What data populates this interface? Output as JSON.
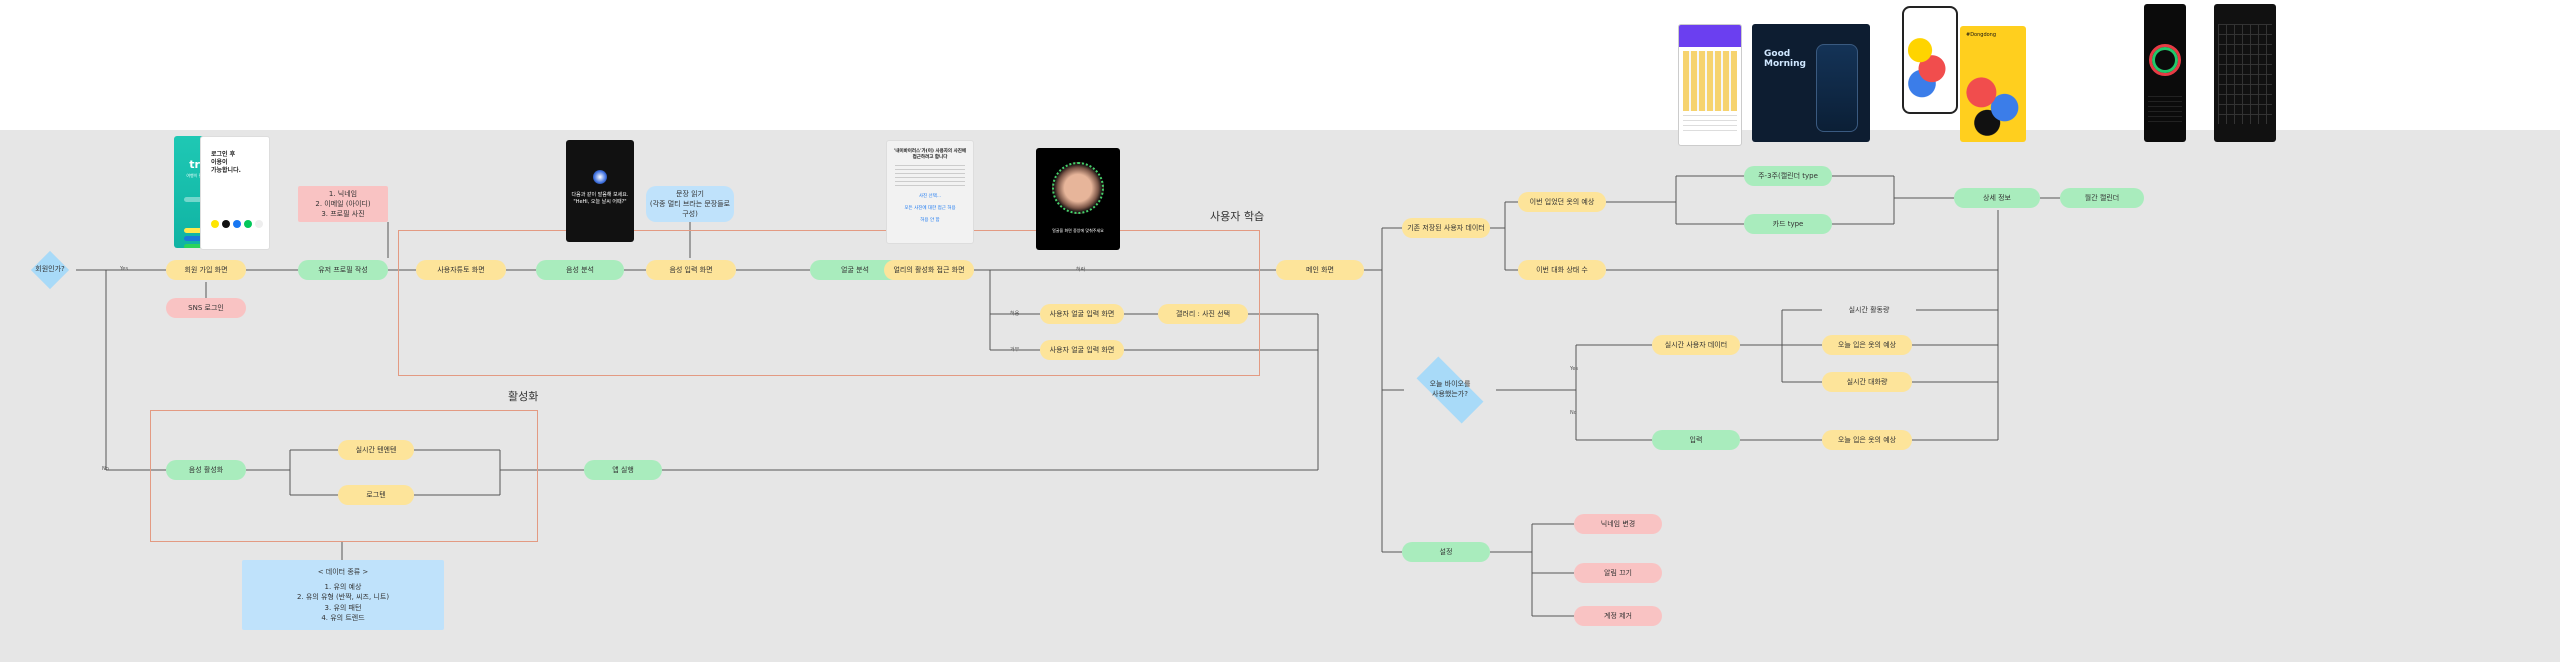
{
  "sections": {
    "learning": "사용자 학습",
    "activation": "활성화"
  },
  "start": {
    "question": "회원인가?",
    "yes": "Yes",
    "no": "No"
  },
  "nodes": {
    "signup": "회원 가입 화면",
    "social_login": "SNS 로그인",
    "profile_notes": [
      "1. 닉네임",
      "2. 이메일 (아이디)",
      "3. 프로필 사진"
    ],
    "profile_write": "유저 프로필 작성",
    "tutorial": "사용자튜토 화면",
    "voice_analysis": "음성 분석",
    "voice_input": "음성 입력 화면",
    "voice_hint": [
      "문장 읽기",
      "(각종 멀티 브라는 문장들로",
      "구성)"
    ],
    "emotion_analysis": "얼굴 분석",
    "camera_access": "얼리의 활성화 접근 화면",
    "user_face_input": "사용자 얼굴 입력 화면",
    "gallery_select": "갤러리 : 사진 선택",
    "user_face_input2": "사용자 얼굴 입력 화면",
    "allow": "허락",
    "deny_label": "거부",
    "allow_label": "허용",
    "main_screen": "메인 화면",
    "realtime_input": "음성 활성화",
    "realtime_drink": "실시간 텐엔텐",
    "logout": "로그텐",
    "app_start": "앱 실행",
    "data_types_title": "< 데이터 종류 >",
    "data_types": [
      "1. 유의 예상",
      "2. 유의 유형 (반짝, 씨즈, 니트)",
      "3. 유의 패턴",
      "4. 유의 트렌드"
    ],
    "base_user_data": "기존 저장된 사용자 데이터",
    "today_weather": "이번 입었던 옷의 예상",
    "past_state": "이번 대화 상태 수",
    "grid_type": "주-3주(캘린더 type",
    "card_type": "카드 type",
    "detail_info": "상세 정보",
    "weather_calendar": "월간 캘린더",
    "today_check": [
      "오늘 바이오를",
      "사용했는가?"
    ],
    "realtime_user_data": "실시간 사용자 데이터",
    "realtime_weather": "실시간 활동량",
    "today_outfit": "오늘 입은 옷의 예상",
    "realtime_chat": "실시간 대화량",
    "input": "입력",
    "today_outfit2": "오늘 입은 옷의 예상",
    "settings": "설정",
    "nickname_change": "닉네임 변경",
    "notification_off": "알림 끄기",
    "account_delete": "계정 제거"
  },
  "screens": {
    "triple_logo": "triple",
    "triple_sub": "여행이 편해지는 여행앱",
    "login_text": [
      "로그인 후",
      "이용이",
      "가능합니다."
    ],
    "dark_text": [
      "다음과 같이 발음해 보세요. \"HeHi, 오늘 날씨 어때?\""
    ],
    "consent_title": [
      "'내이바이러스'가(이) 사용자의 사진에",
      "접근하려고 합니다"
    ],
    "consent_link": "사진 선택...",
    "consent_link2": "모든 사진에 대한 접근 허용",
    "consent_cancel": "허용 안 함",
    "face_caption": "얼굴을 화면 중앙에 맞춰주세요",
    "morning_text": [
      "Good",
      "Morning"
    ],
    "poster_text": "#Dongdong"
  },
  "colors": {
    "yellow": "#fde49a",
    "green": "#a9ecbd",
    "pink": "#f9c3c3",
    "blue": "#bfe2fb",
    "canvas": "#e6e6e6",
    "frame": "#e39a82",
    "line": "#555555"
  }
}
